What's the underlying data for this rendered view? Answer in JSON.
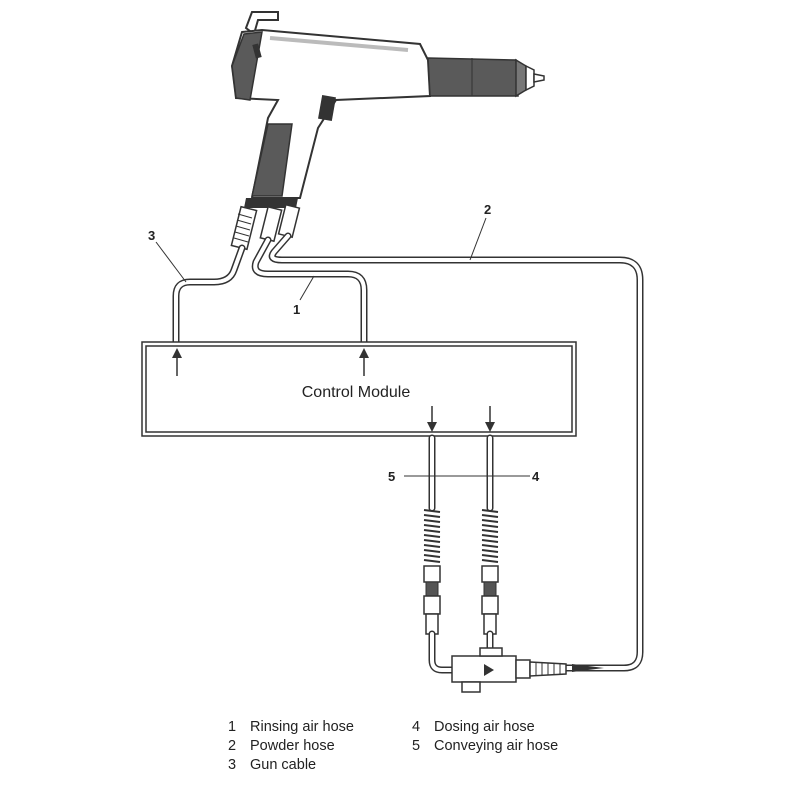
{
  "callouts": {
    "c1": "1",
    "c2": "2",
    "c3": "3",
    "c4": "4",
    "c5": "5"
  },
  "control_module": {
    "label": "Control Module"
  },
  "legend": [
    {
      "num": "1",
      "text": "Rinsing air hose"
    },
    {
      "num": "2",
      "text": "Powder hose"
    },
    {
      "num": "3",
      "text": "Gun cable"
    },
    {
      "num": "4",
      "text": "Dosing air hose"
    },
    {
      "num": "5",
      "text": "Conveying air hose"
    }
  ]
}
